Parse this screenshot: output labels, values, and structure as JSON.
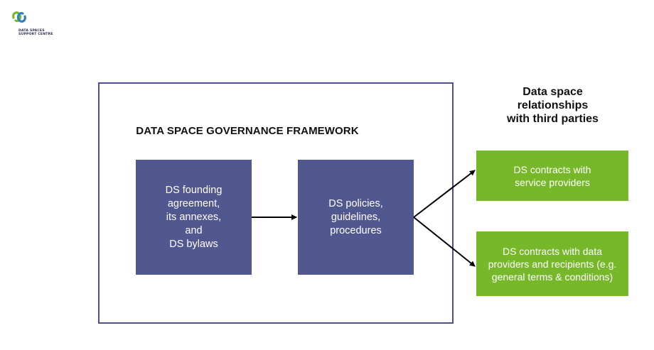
{
  "logo": {
    "text": "DATA SPACES\nSUPPORT CENTRE",
    "colors": {
      "green": "#76b82a",
      "blue": "#2f7fc1"
    }
  },
  "framework": {
    "title": "DATA SPACE GOVERNANCE FRAMEWORK",
    "border_color": "#505090",
    "boxes": {
      "founding": "DS founding\nagreement,\nits annexes,\nand\nDS bylaws",
      "policies": "DS policies,\nguidelines,\nprocedures"
    },
    "box_color": "#51578f"
  },
  "relationships": {
    "title": "Data space\nrelationships\nwith third parties",
    "boxes": {
      "service": "DS contracts with\nservice providers",
      "data": "DS contracts with data\nproviders and recipients (e.g.\ngeneral terms & conditions)"
    },
    "box_color": "#76b82a"
  }
}
